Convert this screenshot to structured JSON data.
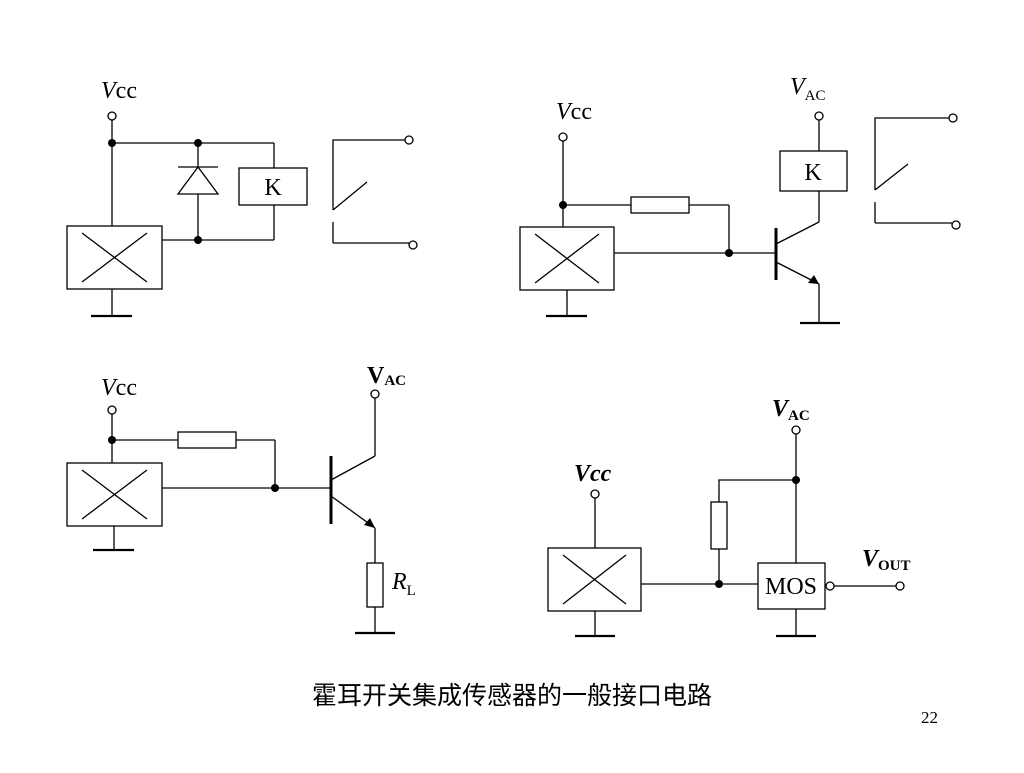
{
  "circuits": {
    "c1": {
      "vcc_italic": "V",
      "vcc_sub": "cc",
      "relay_label": "K"
    },
    "c2": {
      "vcc_italic": "V",
      "vcc_sub": "cc",
      "vac_italic": "V",
      "vac_sub": "AC",
      "relay_label": "K"
    },
    "c3": {
      "vcc_italic": "V",
      "vcc_sub": "cc",
      "vac_main": "V",
      "vac_sub": "AC",
      "rl_italic": "R",
      "rl_sub": "L"
    },
    "c4": {
      "vcc_label": "Vcc",
      "vac_main": "V",
      "vac_sub": "AC",
      "mos_label": "MOS",
      "vout_main": "V",
      "vout_sub": "OUT"
    }
  },
  "caption": "霍耳开关集成传感器的一般接口电路",
  "page_number": "22"
}
